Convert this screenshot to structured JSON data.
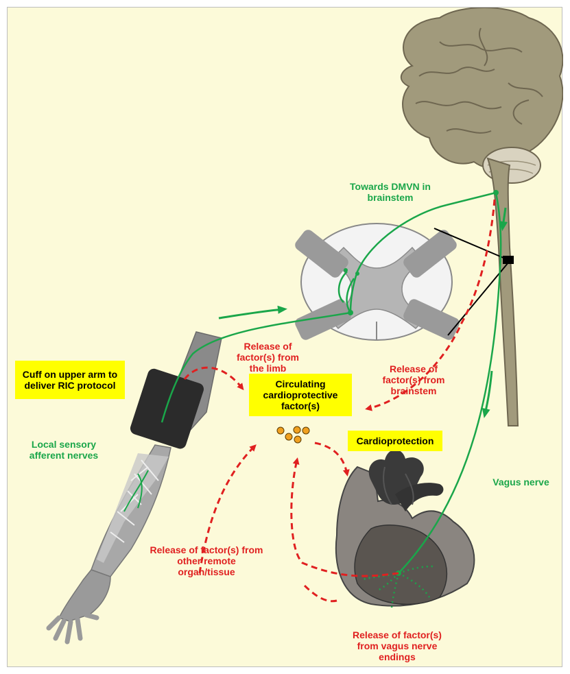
{
  "labels": {
    "towards_dmvn": "Towards DMVN in brainstem",
    "release_limb": "Release of factor(s) from the limb",
    "release_brainstem": "Release of factor(s) from brainstem",
    "release_remote": "Release of factor(s) from other remote organ/tissue",
    "release_vagus": "Release of factor(s) from vagus nerve endings",
    "local_sensory": "Local sensory afferent nerves",
    "vagus_nerve": "Vagus nerve"
  },
  "boxes": {
    "cuff": "Cuff on upper arm to deliver RIC protocol",
    "circulating": "Circulating cardioprotective factor(s)",
    "cardioprotection": "Cardioprotection"
  },
  "colors": {
    "nerve_green": "#1aa64a",
    "release_red": "#e02020",
    "highlight_yellow": "#ffff00",
    "background": "#fcfad9",
    "brain": "#a19a7c",
    "factor_orange": "#f0a020"
  }
}
